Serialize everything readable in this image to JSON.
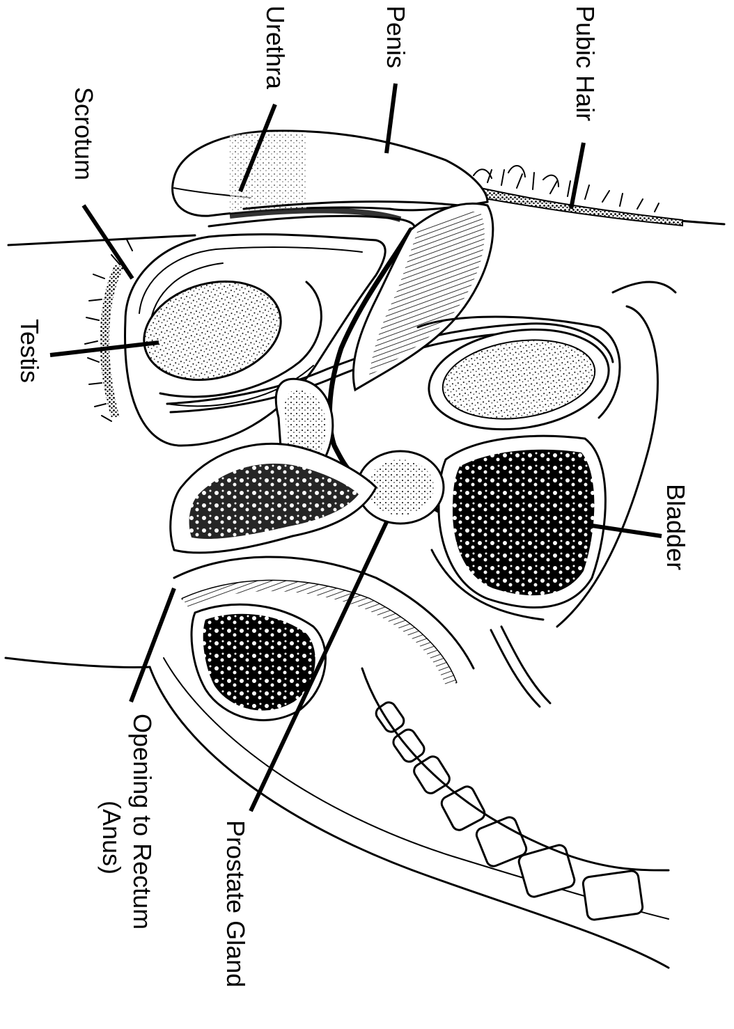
{
  "diagram": {
    "labels": {
      "pubic_hair": "Pubic Hair",
      "penis": "Penis",
      "urethra": "Urethra",
      "scrotum": "Scrotum",
      "testis": "Testis",
      "bladder": "Bladder",
      "prostate_gland": "Prostate Gland",
      "opening_rectum_line1": "Opening to Rectum",
      "opening_rectum_line2": "(Anus)"
    },
    "colors": {
      "ink": "#000000",
      "paper": "#ffffff"
    }
  }
}
